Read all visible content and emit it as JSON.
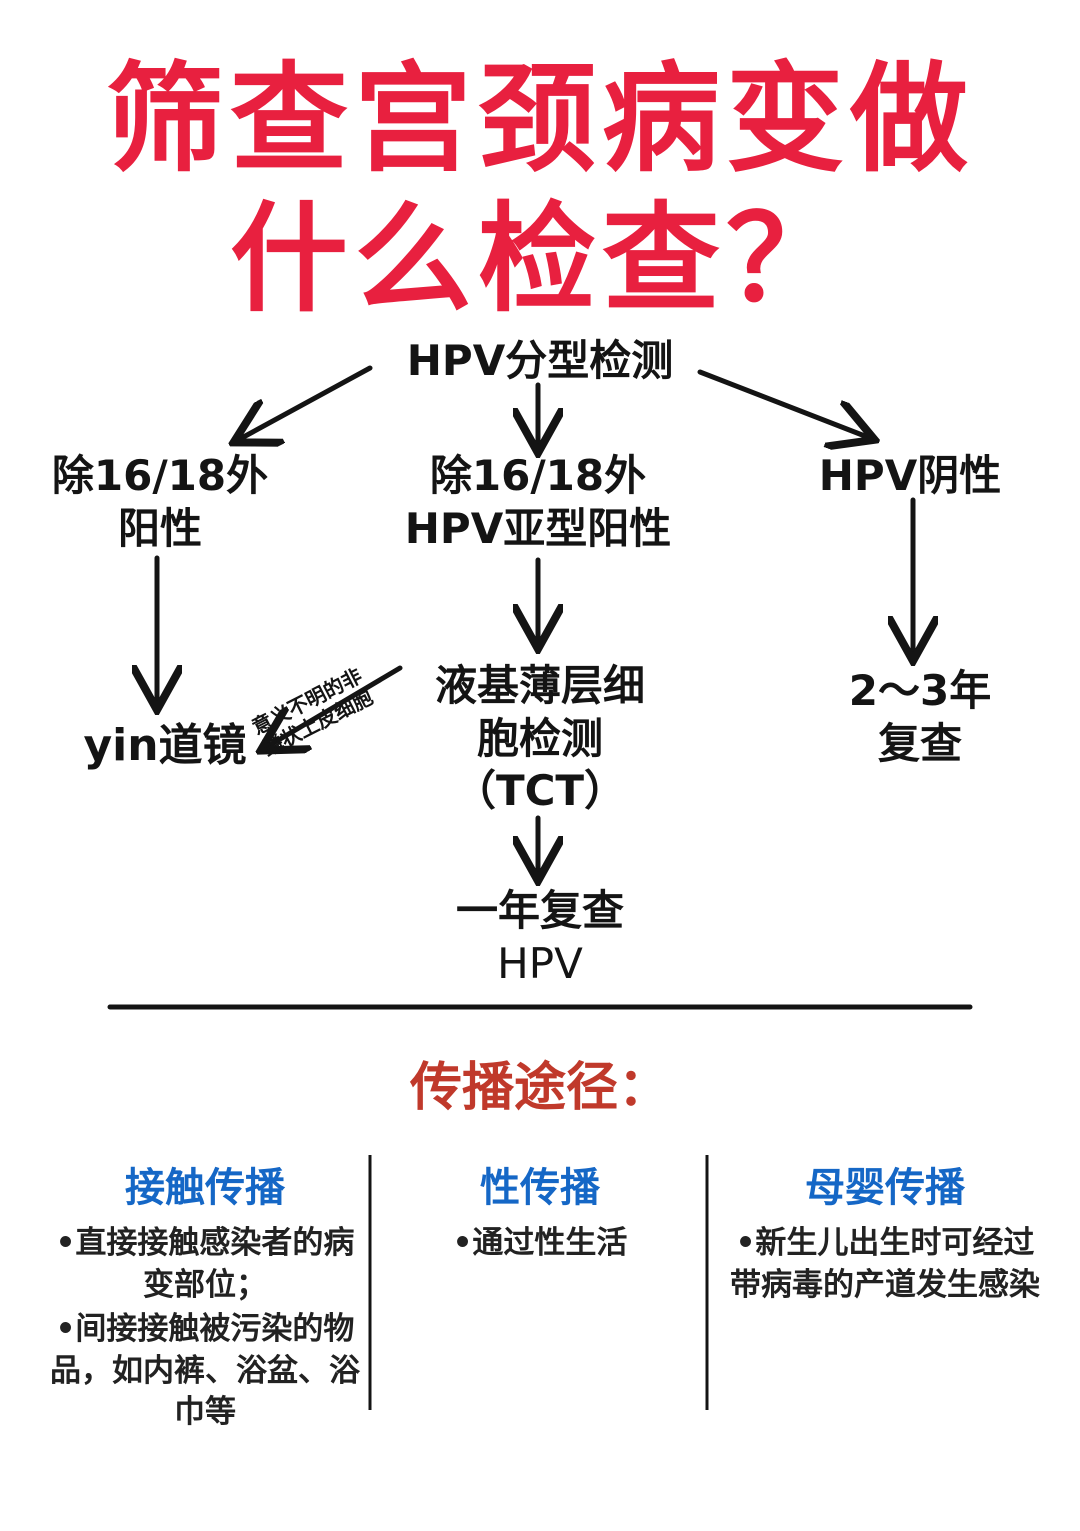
{
  "title": {
    "line1": "筛查宫颈病变做",
    "line2": "什么检查？"
  },
  "flow": {
    "root": "HPV分型检测",
    "left": {
      "line1": "除16/18外",
      "line2": "阳性"
    },
    "middle": {
      "line1": "除16/18外",
      "line2": "HPV亚型阳性"
    },
    "right": "HPV阴性",
    "left_result": "yin道镜",
    "edge_note": {
      "line1": "意义不明的非",
      "line2": "鳞状上皮细胞"
    },
    "middle_result": {
      "line1": "液基薄层细",
      "line2": "胞检测",
      "line3": "（TCT）"
    },
    "right_result": {
      "line1": "2～3年",
      "line2": "复查"
    },
    "middle_final": {
      "line1": "一年复查",
      "line2": "HPV"
    }
  },
  "transmission": {
    "heading": "传播途径：",
    "columns": [
      {
        "title": "接触传播",
        "items": [
          "•直接接触感染者的病变部位；",
          "•间接接触被污染的物品，如内裤、浴盆、浴巾等"
        ]
      },
      {
        "title": "性传播",
        "items": [
          "•通过性生活"
        ]
      },
      {
        "title": "母婴传播",
        "items": [
          "•新生儿出生时可经过带病毒的产道发生感染"
        ]
      }
    ]
  },
  "colors": {
    "title": "#e8203f",
    "section": "#c0392b",
    "column_title": "#1567c6",
    "ink": "#141414"
  }
}
